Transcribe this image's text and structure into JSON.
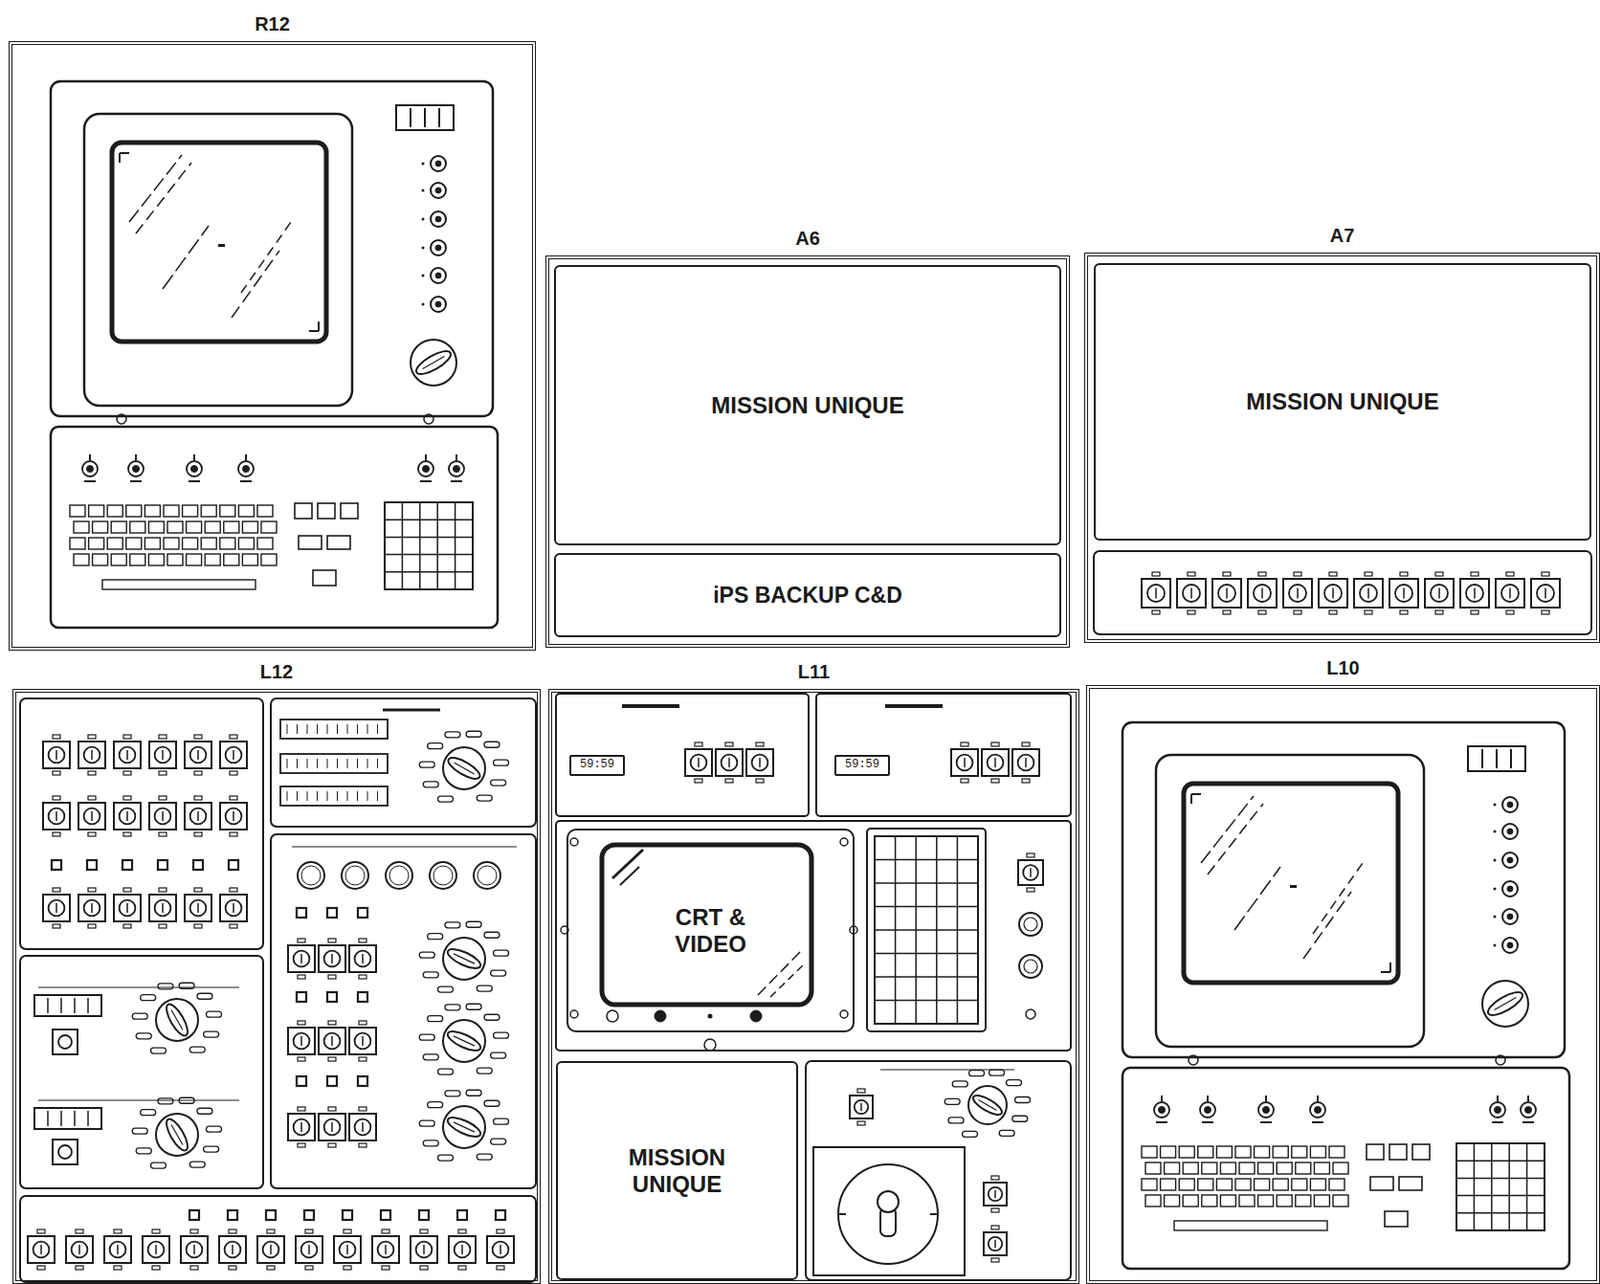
{
  "diagram": {
    "nodes": [
      {
        "text": [
          "R12"
        ]
      },
      {
        "text": [
          "A6"
        ]
      },
      {
        "text": [
          "MISSION UNIQUE"
        ],
        "in": 1
      },
      {
        "text": [
          "iPS BACKUP C&D"
        ],
        "in": 1
      },
      {
        "text": [
          "A7"
        ]
      },
      {
        "text": [
          "MISSION UNIQUE"
        ],
        "in": 4
      },
      {
        "text": [
          "L12"
        ]
      },
      {
        "text": [
          "L11"
        ]
      },
      {
        "text": [
          "59:59"
        ],
        "in": 7
      },
      {
        "text": [
          "59:59"
        ],
        "in": 7
      },
      {
        "text": [
          "CRT & VIDEO"
        ],
        "in": 7
      },
      {
        "text": [
          "MISSION UNIQUE"
        ],
        "in": 7
      },
      {
        "text": [
          "L10"
        ]
      }
    ]
  }
}
